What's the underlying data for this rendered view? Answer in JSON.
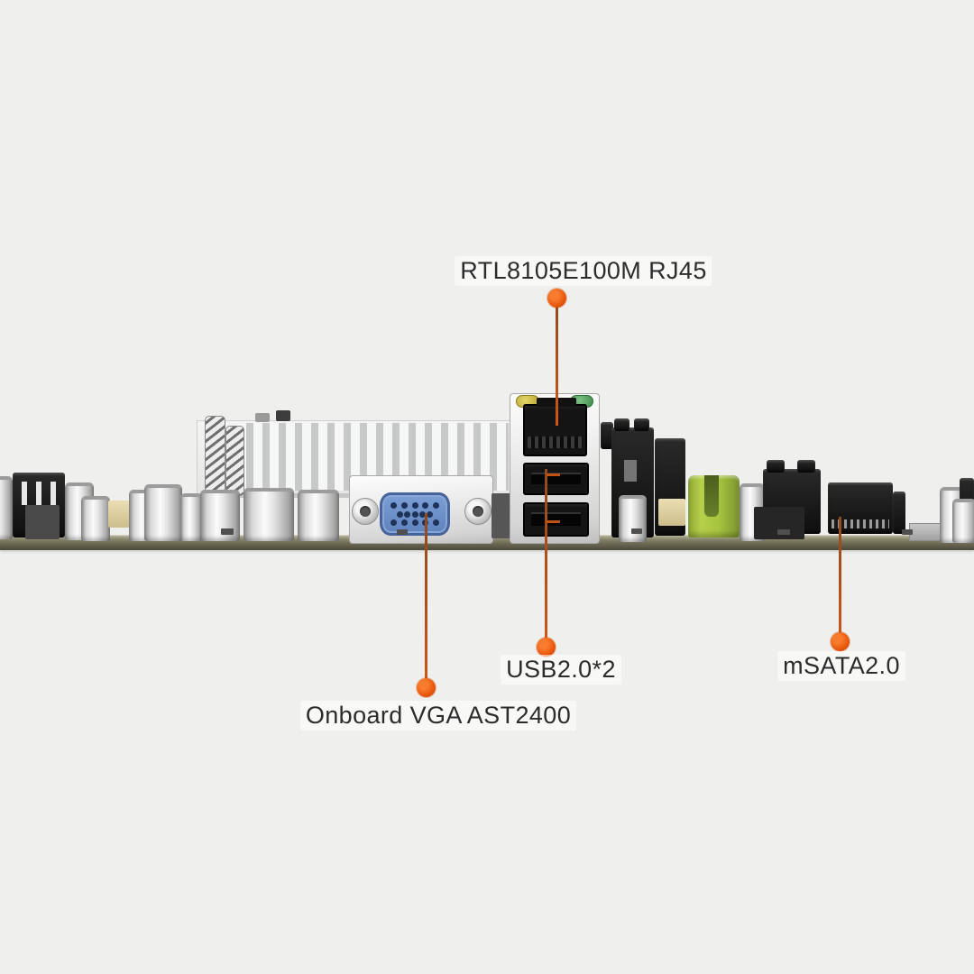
{
  "meta": {
    "description": "Annotated product photo: side edge view of a mini-ITX motherboard with orange callout lines identifying rear I/O components"
  },
  "callouts": {
    "rj45": {
      "label": "RTL8105E100M RJ45"
    },
    "usb": {
      "label": "USB2.0*2"
    },
    "msata": {
      "label": "mSATA2.0"
    },
    "vga": {
      "label": "Onboard VGA AST2400"
    }
  },
  "colors": {
    "background": "#efefee",
    "leader_line": "#b5521b",
    "leader_dot": "#e65408",
    "label_text": "#2c2c2c",
    "pcb_edge_olive": "#6c6a54",
    "heatsink_silver": "#ececec",
    "vga_connector_blue": "#6f93cd",
    "led_yellow": "#c9b844",
    "led_green": "#54a05c",
    "jumper_green": "#a7c43f",
    "port_black": "#141414",
    "metal_silver": "#d9d9d9"
  }
}
